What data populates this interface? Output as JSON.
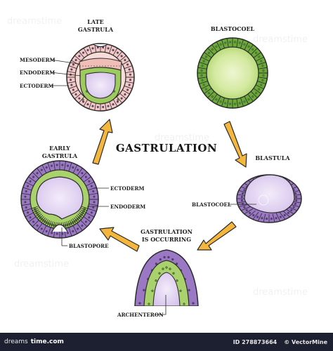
{
  "title": "GASTRULATION",
  "stages": {
    "late_gastrula": [
      "LATE",
      "GASTRULA"
    ],
    "blastocoel_top": "BLASTOCOEL",
    "blastula": "BLASTULA",
    "early_gastrula": [
      "EARLY",
      "GASTRULA"
    ],
    "occurring": [
      "GASTRULATION",
      "IS OCCURRING"
    ]
  },
  "labels": {
    "mesoderm": "MESODERM",
    "endoderm_top": "ENDODERM",
    "ectoderm_top": "ECTODERM",
    "ectoderm_left": "ECTODERM",
    "endoderm_left": "ENDODERM",
    "blastopore": "BLASTOPORE",
    "blastocoel_right": "BLASTOCOEL",
    "archenteron": "ARCHENTERON"
  },
  "footer": {
    "brand_prefix": "dreams",
    "brand_suffix": "time.com",
    "id_text": "ID 278873664",
    "credit": "© VectorMine"
  },
  "colors": {
    "purple": "#9b78c4",
    "purple_dark": "#5f3f8c",
    "green": "#a9d16c",
    "green_dark": "#5f8f33",
    "pink": "#f2c7c4",
    "lavender": "#e3d6f1",
    "arrow": "#f4b63c",
    "outline": "#2b2b2b"
  }
}
